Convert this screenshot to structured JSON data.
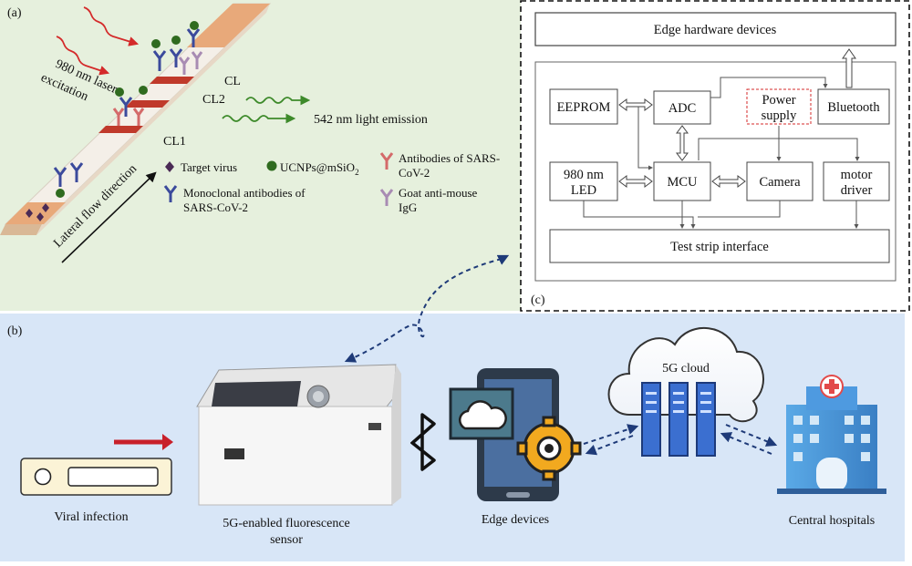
{
  "panel_a": {
    "label": "(a)",
    "laser_line1": "980 nm laser",
    "laser_line2": "excitation",
    "cl": "CL",
    "cl2": "CL2",
    "cl1": "CL1",
    "emission": "542 nm light emission",
    "flow": "Lateral flow direction",
    "legend": {
      "target_virus": "Target virus",
      "ucnps": "UCNPs@mSiO",
      "ucnps_sub": "2",
      "antibodies_l1": "Antibodies of SARS-",
      "antibodies_l2": "CoV-2",
      "mono_l1": "Monoclonal antibodies of",
      "mono_l2": "SARS-CoV-2",
      "goat_l1": "Goat anti-mouse",
      "goat_l2": "IgG"
    }
  },
  "panel_c": {
    "label": "(c)",
    "edge_hw": "Edge hardware devices",
    "eeprom": "EEPROM",
    "adc": "ADC",
    "power_l1": "Power",
    "power_l2": "supply",
    "bluetooth": "Bluetooth",
    "led_l1": "980 nm",
    "led_l2": "LED",
    "mcu": "MCU",
    "camera": "Camera",
    "motor_l1": "motor",
    "motor_l2": "driver",
    "strip": "Test strip interface"
  },
  "panel_b": {
    "label": "(b)",
    "viral": "Viral infection",
    "sensor_l1": "5G-enabled fluorescence",
    "sensor_l2": "sensor",
    "edge": "Edge devices",
    "cloud": "5G cloud",
    "hospitals": "Central hospitals"
  },
  "colors": {
    "panel_a_bg": "#e6f0dd",
    "panel_b_bg": "#d8e6f7",
    "strip_red": "#c0392b",
    "particle_green": "#2f6b1f",
    "mono_blue": "#3b4a9c",
    "goat_purple": "#a88bb3",
    "ab_red": "#d46a6a",
    "arrow_red": "#d42a2a",
    "arrow_green": "#3d8a2a",
    "dash_blue": "#1e3a78"
  }
}
